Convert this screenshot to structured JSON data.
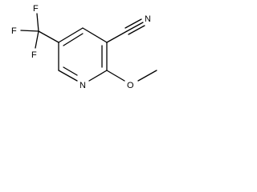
{
  "molecule": {
    "atoms": {
      "f1": "F",
      "f2": "F",
      "f3": "F",
      "ring_n": "N",
      "nitrile_n": "N",
      "ether_o": "O"
    }
  }
}
